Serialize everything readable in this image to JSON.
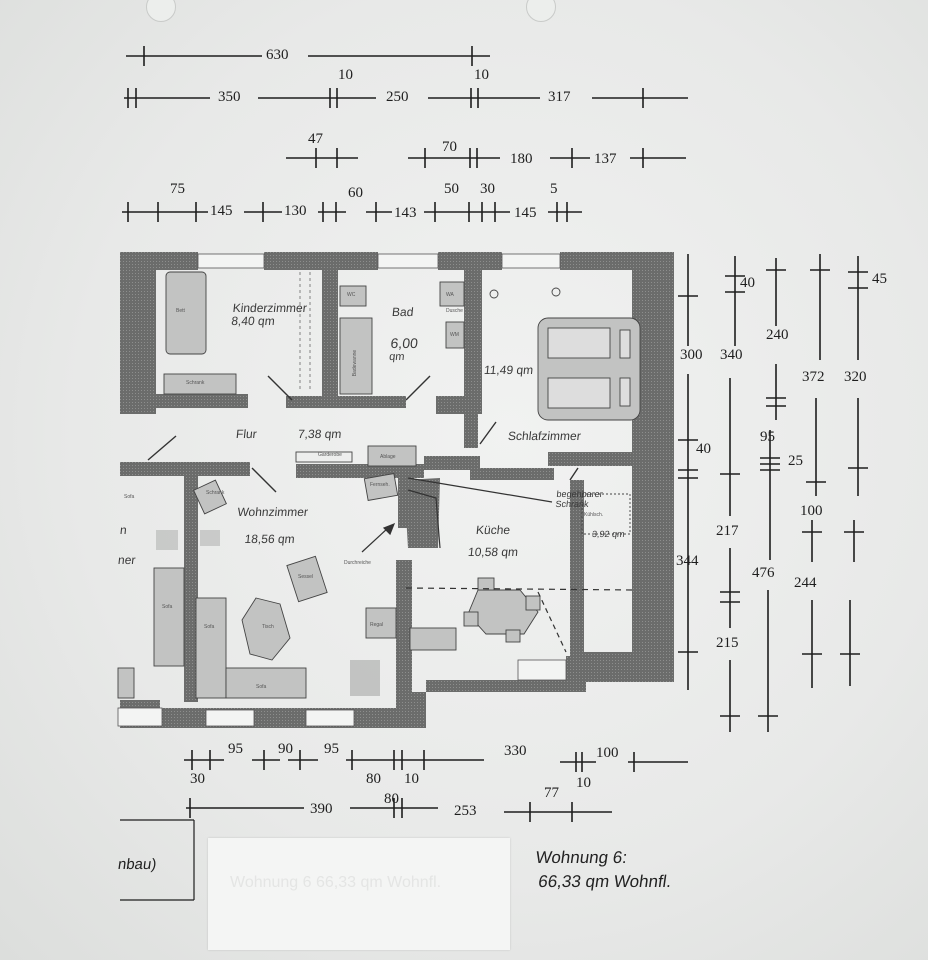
{
  "dimensions": {
    "top_row1": {
      "d630": "630"
    },
    "top_row2": {
      "d10a": "10",
      "d350": "350",
      "d250": "250",
      "d10b": "10",
      "d317": "317"
    },
    "top_row3": {
      "d47": "47",
      "d70": "70",
      "d180": "180",
      "d137": "137"
    },
    "top_row4": {
      "d75": "75",
      "d145a": "145",
      "d130": "130",
      "d60": "60",
      "d143": "143",
      "d50": "50",
      "d30": "30",
      "d5": "5",
      "d145b": "145"
    },
    "right": {
      "d40a": "40",
      "d45": "45",
      "d240": "240",
      "d300": "300",
      "d340": "340",
      "d372": "372",
      "d320": "320",
      "d40b": "40",
      "d95": "95",
      "d25": "25",
      "d100": "100",
      "d217": "217",
      "d344": "344",
      "d476": "476",
      "d244": "244",
      "d215": "215"
    },
    "bottom_row1": {
      "d95a": "95",
      "d90": "90",
      "d95b": "95",
      "d30": "30",
      "d80": "80",
      "d10a": "10",
      "d330": "330",
      "d100": "100",
      "d10b": "10"
    },
    "bottom_row2": {
      "d390": "390",
      "d80": "80",
      "d253": "253",
      "d77": "77"
    }
  },
  "rooms": {
    "kinderzimmer": {
      "name": "Kinderzimmer",
      "area": "8,40 qm"
    },
    "bad": {
      "name": "Bad",
      "area_value": "6,00",
      "area_unit": "qm"
    },
    "schlafzimmer": {
      "name": "Schlafzimmer",
      "area": "11,49 qm"
    },
    "flur": {
      "name": "Flur",
      "area": "7,38 qm"
    },
    "wohnzimmer": {
      "name": "Wohnzimmer",
      "area": "18,56 qm"
    },
    "kueche": {
      "name": "Küche",
      "area": "10,58 qm"
    },
    "schrank": {
      "name_line1": "begehbarer",
      "name_line2": "Schrank",
      "area": "3,92 qm"
    },
    "left_fragment_1": "n",
    "left_fragment_2": "ner"
  },
  "furniture": {
    "bett_kinder": "Bett",
    "schrank_kinder": "Schrank",
    "wc": "WC",
    "wa": "WA",
    "badewanne": "Badewanne",
    "wm": "WM",
    "dusche": "Dusche",
    "garderobe": "Garderobe",
    "ablage": "Ablage",
    "tisch": "Tisch",
    "sofa1": "Sofa",
    "sofa2": "Sofa",
    "sofa3": "Sofa",
    "sofa4": "Sofa",
    "sessel": "Sessel",
    "regal": "Regal",
    "fernsehtisch": "Fernseh.",
    "schrank_wohn": "Schrank",
    "durchreiche": "Durchreiche",
    "kuehlschrank": "Kühlsch."
  },
  "caption": {
    "line1": "Wohnung 6:",
    "line2": "66,33 qm Wohnfl."
  },
  "fragment_umbau": "nbau)",
  "sticky_note": {
    "faint_text": "Wohnung 6   66,33 qm Wohnfl."
  },
  "colors": {
    "wall": "#606160",
    "wall_hatch": "#7a7b7a",
    "ink": "#1e1e1e",
    "furniture": "#c2c3c2",
    "paper": "#eceeec"
  }
}
